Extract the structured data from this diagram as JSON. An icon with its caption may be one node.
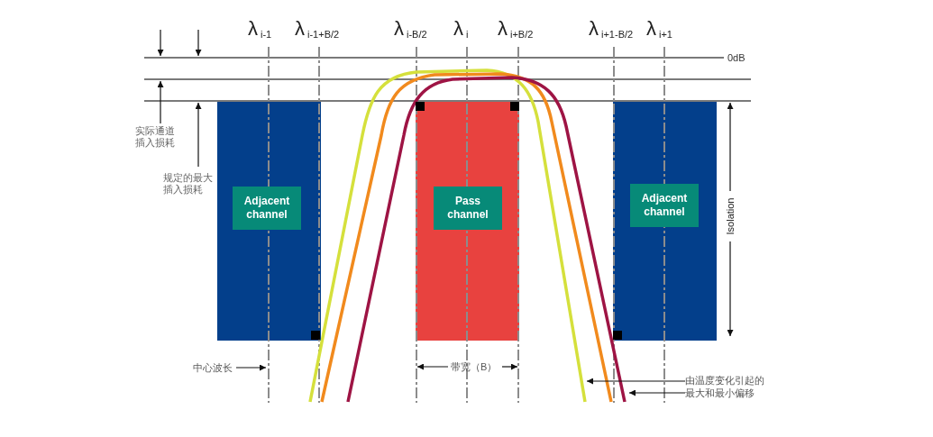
{
  "diagram": {
    "nodes": [
      {
        "text": [],
        "shape": "box"
      },
      {
        "text": [
          "Adjacent channel"
        ],
        "in": 0
      },
      {
        "text": [],
        "shape": "box"
      },
      {
        "text": [
          "Pass channel"
        ],
        "in": 2
      },
      {
        "text": [],
        "shape": "box"
      },
      {
        "text": [
          "Adjacent channel"
        ],
        "in": 4
      },
      {
        "text": [
          "中心波长"
        ]
      },
      {
        "text": [
          "由温度变化引起的最大和最小偏移"
        ]
      }
    ],
    "edges": [
      {
        "from": 6,
        "to": null,
        "arrow": "to"
      },
      {
        "from": 7,
        "to": null,
        "arrow": "to"
      },
      {
        "from": 7,
        "to": null,
        "arrow": "to"
      }
    ],
    "labels": [
      "λ$_{i-1}$",
      "λ$_{i-1+B/2}$",
      "λ$_{i-B/2}$",
      "λ$_{i}$",
      "λ$_{i+B/2}$",
      "λ$_{i+1-B/2}$",
      "λ$_{i+1}$",
      "0dB",
      "实际通道插入损耗",
      "规定的最大插入损耗",
      "Isolation",
      "带宽（B）"
    ]
  }
}
